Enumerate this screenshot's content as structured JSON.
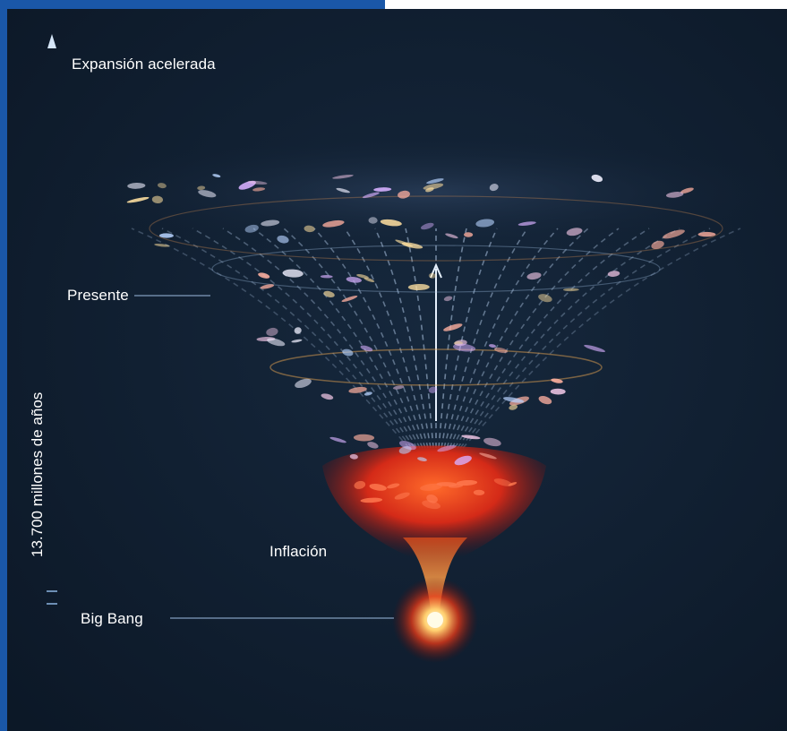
{
  "diagram": {
    "axis_label": "13.700 millones de años",
    "labels": {
      "accelerated_expansion": "Expansión acelerada",
      "present": "Presente",
      "inflation": "Inflación",
      "big_bang": "Big Bang"
    }
  },
  "colors": {
    "frame_blue": "#1a57a8",
    "background": "#0f1d2e",
    "field_lines": "#bcd4f2",
    "fire": "#e0301a",
    "core": "#fff3c0"
  }
}
